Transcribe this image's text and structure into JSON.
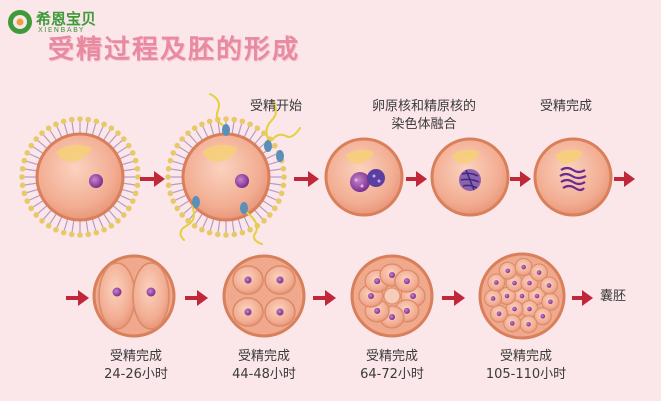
{
  "logo": {
    "name": "希恩宝贝",
    "sub": "XIENBABY"
  },
  "title": "受精过程及胚的形成",
  "top_row": [
    {
      "id": "oocyte",
      "label": ""
    },
    {
      "id": "sperm-entry",
      "label": "受精开始"
    },
    {
      "id": "pronuclei",
      "label": ""
    },
    {
      "id": "chromosome-fusion",
      "label_line1": "卵原核和精原核的",
      "label_line2": "染色体融合"
    },
    {
      "id": "fertilization-complete",
      "label": "受精完成"
    }
  ],
  "bottom_row": [
    {
      "id": "two-cell",
      "label_line1": "受精完成",
      "label_line2": "24-26小时"
    },
    {
      "id": "four-cell",
      "label_line1": "受精完成",
      "label_line2": "44-48小时"
    },
    {
      "id": "eight-cell",
      "label_line1": "受精完成",
      "label_line2": "64-72小时"
    },
    {
      "id": "morula",
      "label_line1": "受精完成",
      "label_line2": "105-110小时"
    }
  ],
  "end_label": "囊胚",
  "colors": {
    "background": "#fbe6ea",
    "arrow": "#c0283a",
    "cell_fill": "#f4b49a",
    "cell_border": "#d97f5a",
    "nucleus": "#8e3fa0",
    "title": "#e88aa0",
    "logo": "#3f9a3a"
  }
}
